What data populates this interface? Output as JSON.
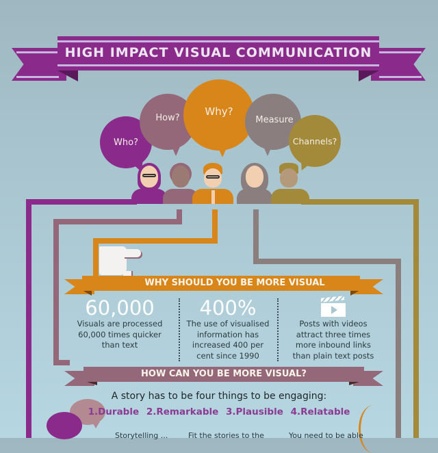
{
  "title": "HIGH IMPACT VISUAL COMMUNICATION",
  "colors": {
    "background": "#aac6d0",
    "purple": "#8a2a8a",
    "mauve": "#946878",
    "orange": "#d8861a",
    "grey": "#8a7e7e",
    "olive": "#a38a3a",
    "stripe": "#c9b6e0"
  },
  "bubbles": [
    {
      "label": "Who?",
      "color": "#8a2a8a"
    },
    {
      "label": "How?",
      "color": "#946878"
    },
    {
      "label": "Why?",
      "color": "#d8861a"
    },
    {
      "label": "Measure",
      "color": "#8a7e7e"
    },
    {
      "label": "Channels?",
      "color": "#a38a3a"
    }
  ],
  "people": [
    {
      "name": "woman-with-glasses",
      "color": "#8a2a8a"
    },
    {
      "name": "woman-short-hair",
      "color": "#946878"
    },
    {
      "name": "man-with-glasses-tie",
      "color": "#d8861a"
    },
    {
      "name": "woman-long-hair",
      "color": "#8a7e7e"
    },
    {
      "name": "man-short-hair",
      "color": "#a38a3a"
    }
  ],
  "section1": {
    "heading": "WHY SHOULD YOU BE MORE VISUAL",
    "stats": [
      {
        "value": "60,000",
        "lines": [
          "Visuals are processed",
          "60,000 times quicker",
          "than text"
        ]
      },
      {
        "value": "400%",
        "lines": [
          "The use of visualised",
          "information has",
          "increased 400 per",
          "cent since 1990"
        ]
      },
      {
        "icon": "video-clapperboard-icon",
        "lines": [
          "Posts with videos",
          "attract three times",
          "more inbound links",
          "than plain text posts"
        ]
      }
    ]
  },
  "section2": {
    "heading": "HOW CAN YOU BE MORE VISUAL?",
    "story_heading": "A story has to be four things to be engaging:",
    "story_items": [
      "1.Durable",
      "2.Remarkable",
      "3.Plausible",
      "4.Relatable"
    ],
    "bottom_columns": [
      "Storytelling ...",
      "Fit the stories to the",
      "You need to be able"
    ]
  }
}
